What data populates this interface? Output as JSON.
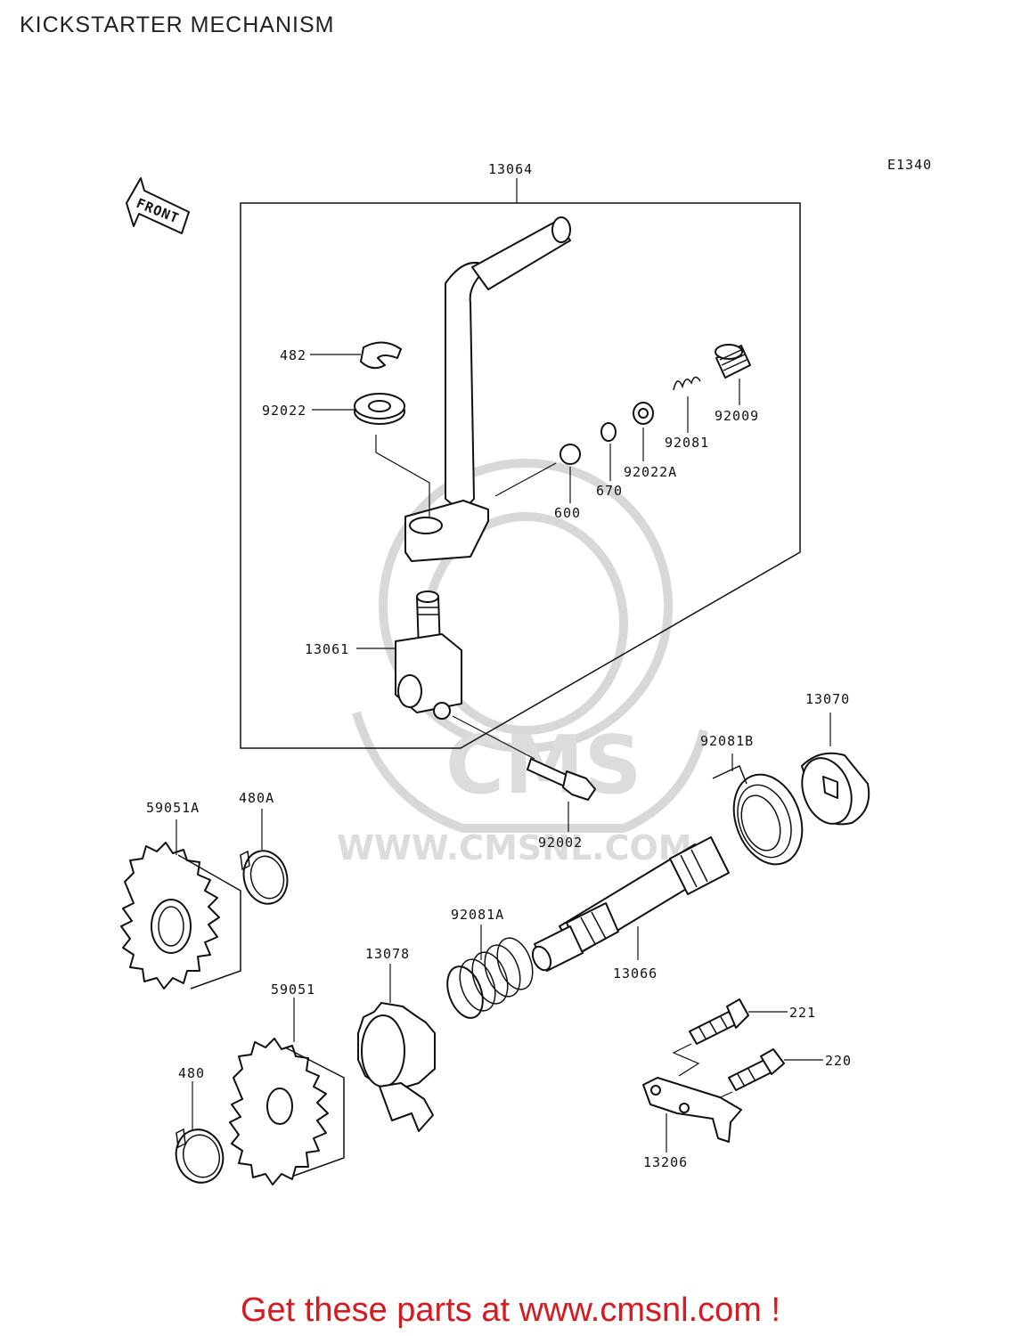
{
  "title": "KICKSTARTER MECHANISM",
  "diagram_code": "E1340",
  "front_label": "FRONT",
  "watermark": {
    "brand": "CMS",
    "url": "WWW.CMSNL.COM"
  },
  "footer": "Get these parts at www.cmsnl.com !",
  "labels": {
    "p13064": "13064",
    "p482": "482",
    "p92022": "92022",
    "p92009": "92009",
    "p92081": "92081",
    "p92022A": "92022A",
    "p670": "670",
    "p600": "600",
    "p13061": "13061",
    "p13070": "13070",
    "p92081B": "92081B",
    "p59051A": "59051A",
    "p480A": "480A",
    "p92002": "92002",
    "p92081A": "92081A",
    "p13078": "13078",
    "p13066": "13066",
    "p59051": "59051",
    "p221": "221",
    "p220": "220",
    "p480": "480",
    "p13206": "13206"
  }
}
